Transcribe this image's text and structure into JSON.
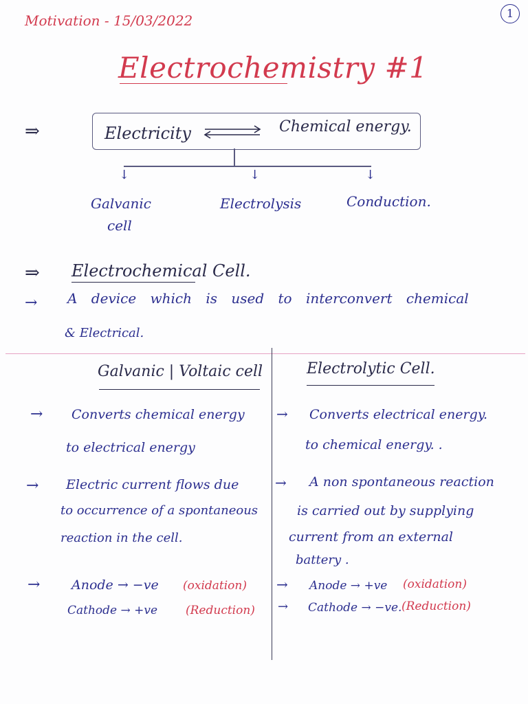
{
  "header": {
    "date_line": "Motivation - 15/03/2022",
    "page_number": "1"
  },
  "title": "Electrochemistry #1",
  "concept_box": {
    "arrow": "⇒",
    "left": "Electricity",
    "symbol": "⇌",
    "right": "Chemical energy."
  },
  "branches": [
    "Galvanic",
    "cell",
    "Electrolysis",
    "Conduction."
  ],
  "section": {
    "arrow": "⇒",
    "heading": "Electrochemical Cell.",
    "definition_arrow": "→",
    "definition_line1": "A device which is used to interconvert chemical",
    "definition_line2": "& Electrical."
  },
  "columns": {
    "left_heading": "Galvanic | Voltaic cell",
    "right_heading": "Electrolytic Cell.",
    "left": {
      "p1_line1": "Converts chemical energy",
      "p1_line2": "to electrical energy",
      "p2_line1": "Electric current flows due",
      "p2_line2": "to occurrence of a spontaneous",
      "p2_line3": "reaction in the cell.",
      "anode_label": "Anode → −ve",
      "anode_note": "(oxidation)",
      "cathode_label": "Cathode → +ve",
      "cathode_note": "(Reduction)"
    },
    "right": {
      "p1_line1": "Converts electrical energy.",
      "p1_line2": "to chemical energy. .",
      "p2_line1": "A non spontaneous reaction",
      "p2_line2": "is carried out by supplying",
      "p2_line3": "current from an external",
      "p2_line4": "battery .",
      "anode_label": "Anode → +ve",
      "anode_note": "(oxidation)",
      "cathode_label": "Cathode → −ve.",
      "cathode_note": "(Reduction)"
    }
  },
  "arrows": {
    "single": "→",
    "down": "↓"
  },
  "colors": {
    "red_ink": "#d23a4e",
    "blue_ink": "#2c2f8f",
    "divider_pink": "#e6a3c4"
  }
}
